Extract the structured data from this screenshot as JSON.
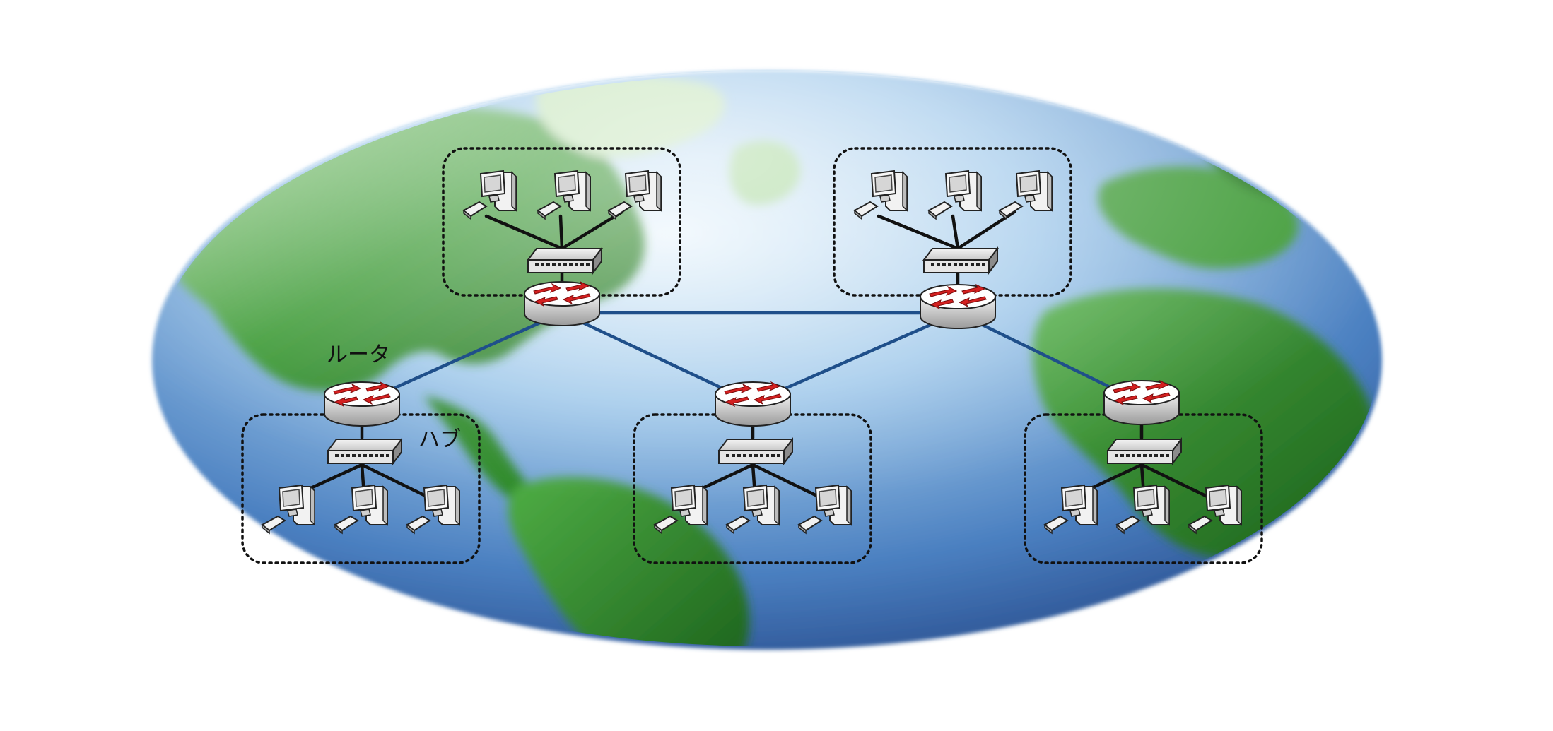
{
  "labels": {
    "router": "ルータ",
    "hub": "ハブ"
  },
  "colors": {
    "ocean_light": "#d8ecf8",
    "ocean_mid": "#6aa6d6",
    "ocean_dark": "#1f3f7f",
    "land": "#2e8b2a",
    "land_light": "#b9e0b0",
    "backbone_link": "#1f4f8a",
    "router_arrow": "#d42020"
  },
  "nodes": {
    "routers": [
      "router-top-left",
      "router-top-right",
      "router-left",
      "router-center",
      "router-right"
    ],
    "lan_groups": [
      "lan-top-left",
      "lan-top-right",
      "lan-bottom-left",
      "lan-bottom-center",
      "lan-bottom-right"
    ],
    "pcs_per_group": 3
  }
}
